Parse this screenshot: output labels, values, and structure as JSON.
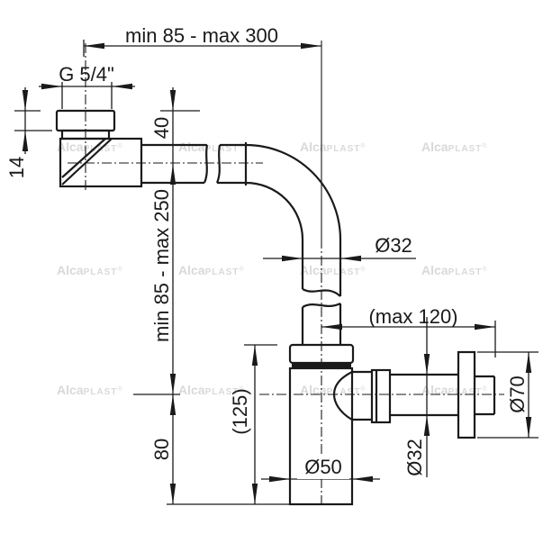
{
  "drawing_title": "siphon-technical-drawing",
  "dimensions": {
    "top_span": "min 85 - max 300",
    "thread": "G 5/4\"",
    "nut_height": "14",
    "inlet_offset": "40",
    "vertical_span": "min 85 - max 250",
    "body_height": "(125)",
    "outlet_height": "80",
    "wall_distance": "(max 120)",
    "pipe_diameter_mid": "Ø32",
    "pipe_diameter_outlet": "Ø32",
    "flange_diameter": "Ø70",
    "cup_diameter": "Ø50"
  },
  "watermark": {
    "bold_part": "Alca",
    "small_part": "PLAST",
    "registered": "®"
  },
  "colors": {
    "line": "#1a1a1a",
    "watermark": "#d9d9d9",
    "background": "#ffffff"
  }
}
